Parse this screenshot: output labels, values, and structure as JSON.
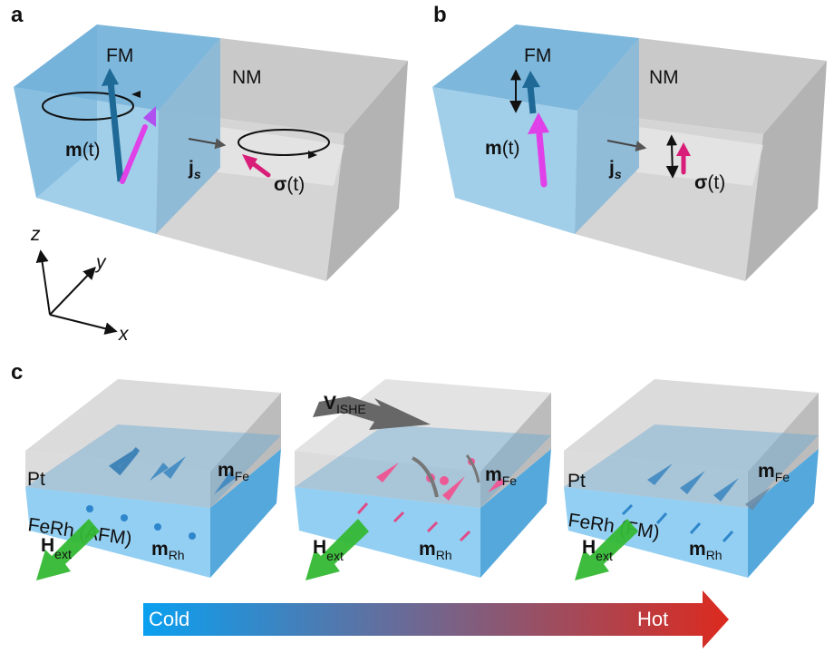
{
  "figure": {
    "panels": {
      "a": {
        "label": "a",
        "left_region": "FM",
        "right_region": "NM",
        "magnetization_label": {
          "main": "m",
          "arg": "(t)"
        },
        "spin_current_label": {
          "main": "j",
          "sub": "s"
        },
        "spin_label": {
          "main": "σ",
          "arg": "(t)"
        },
        "mode": "circular precession",
        "axes": {
          "x": "x",
          "y": "y",
          "z": "z"
        }
      },
      "b": {
        "label": "b",
        "left_region": "FM",
        "right_region": "NM",
        "magnetization_label": {
          "main": "m",
          "arg": "(t)"
        },
        "spin_current_label": {
          "main": "j",
          "sub": "s"
        },
        "spin_label": {
          "main": "σ",
          "arg": "(t)"
        },
        "mode": "longitudinal oscillation"
      },
      "c": {
        "label": "c",
        "boxes": [
          {
            "id": "cold",
            "top_layer": "Pt",
            "bottom_layer": "FeRh (AFM)",
            "fe_moment": {
              "main": "m",
              "sub": "Fe"
            },
            "rh_moment": {
              "main": "m",
              "sub": "Rh"
            },
            "field": {
              "main": "H",
              "sub": "ext"
            }
          },
          {
            "id": "transition",
            "voltage": {
              "main": "V",
              "sub": "ISHE"
            },
            "fe_moment": {
              "main": "m",
              "sub": "Fe"
            },
            "rh_moment": {
              "main": "m",
              "sub": "Rh"
            },
            "field": {
              "main": "H",
              "sub": "ext"
            }
          },
          {
            "id": "hot",
            "top_layer": "Pt",
            "bottom_layer": "FeRh (FM)",
            "fe_moment": {
              "main": "m",
              "sub": "Fe"
            },
            "rh_moment": {
              "main": "m",
              "sub": "Rh"
            },
            "field": {
              "main": "H",
              "sub": "ext"
            }
          }
        ]
      }
    },
    "temperature_bar": {
      "left_label": "Cold",
      "right_label": "Hot",
      "colors": {
        "cold": "#0aa0f0",
        "mid": "#6a6a96",
        "hot": "#dc2a1e"
      }
    },
    "colors": {
      "fm_blue": "#7fbde0",
      "nm_gray": "#c8c8c8",
      "m_arrow": "#1e6996",
      "m_precess": "#e040e8",
      "sigma": "#d81e78",
      "field_green": "#34b834",
      "ferh_blue": "#8cccf0",
      "pink_moment": "#ec5a96",
      "vishe_gray": "#6a6a6a"
    }
  }
}
